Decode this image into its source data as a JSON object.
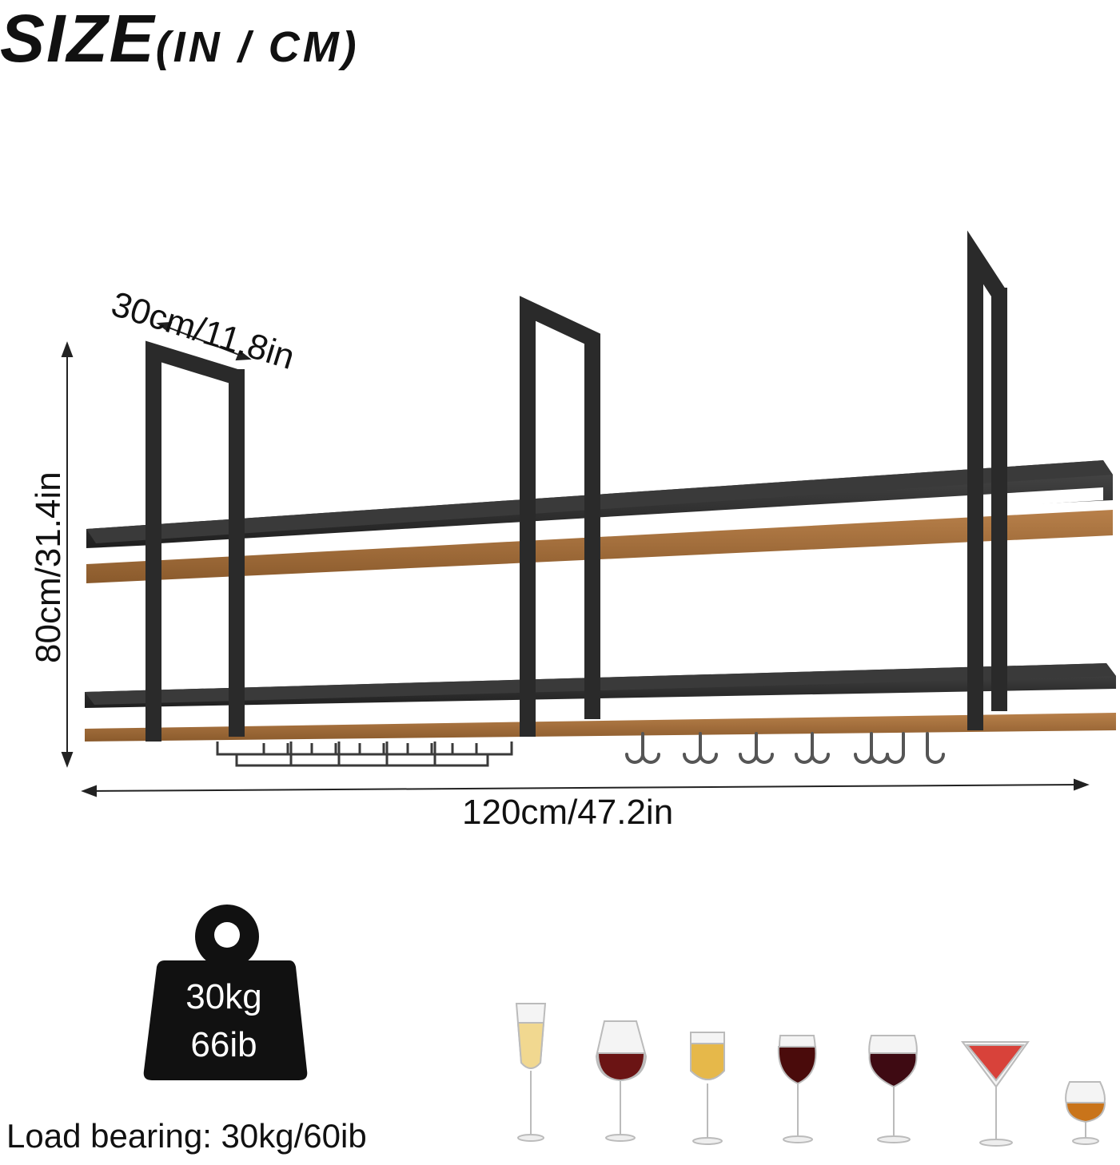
{
  "title": {
    "main": "SIZE",
    "units": "(IN / CM)"
  },
  "dimensions": {
    "depth": "30cm/11.8in",
    "height": "80cm/31.4in",
    "width": "120cm/47.2in"
  },
  "weight_badge": {
    "line1": "30kg",
    "line2": "66ib"
  },
  "load_bearing": "Load bearing: 30kg/60ib",
  "colors": {
    "frame": "#2a2a2a",
    "wood": "#a9713b",
    "wood_dark": "#7a4d25",
    "text": "#111111"
  },
  "icons": [
    "shelf-rack-illustration",
    "weight-icon",
    "champagne-flute-icon",
    "tulip-glass-icon",
    "white-wine-glass-icon",
    "red-wine-glass-icon",
    "bordeaux-glass-icon",
    "martini-glass-icon",
    "brandy-snifter-icon"
  ]
}
